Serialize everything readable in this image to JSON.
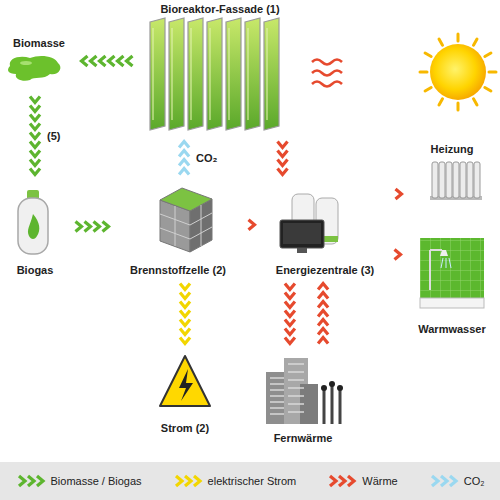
{
  "diagram": {
    "nodes": [
      {
        "text": [
          "Bioreaktor-Fassade (1)"
        ]
      },
      {
        "text": [
          "Biomasse"
        ]
      },
      {
        "text": [
          "Biogas"
        ]
      },
      {
        "text": [
          "Brennstoffzelle (2)"
        ]
      },
      {
        "text": [
          "Energiezentrale (3)"
        ]
      },
      {
        "text": [
          "Heizung"
        ]
      },
      {
        "text": [
          "Warmwasser"
        ]
      },
      {
        "text": [
          "Strom (2)"
        ]
      },
      {
        "text": [
          "Fernwärme"
        ]
      }
    ],
    "edges": [
      {
        "from": 0,
        "to": 1,
        "arrow": "to"
      },
      {
        "from": 1,
        "to": 2,
        "label": "(5)",
        "arrow": "to"
      },
      {
        "from": 2,
        "to": 3,
        "arrow": "to"
      },
      {
        "from": 3,
        "to": 0,
        "label": "CO₂",
        "arrow": "to"
      },
      {
        "from": 0,
        "to": 4,
        "arrow": "to"
      },
      {
        "from": 3,
        "to": 4,
        "arrow": "to"
      },
      {
        "from": 4,
        "to": 5,
        "arrow": "to"
      },
      {
        "from": 4,
        "to": 6,
        "arrow": "to"
      },
      {
        "from": 3,
        "to": 7,
        "arrow": "to"
      },
      {
        "from": 4,
        "to": 8,
        "arrow": "to"
      },
      {
        "from": 8,
        "to": 4,
        "arrow": "to"
      }
    ],
    "legend": [
      {
        "text": "Biomasse / Biogas",
        "color": "#5db52f"
      },
      {
        "text": "elektrischer Strom",
        "color": "#f2d600"
      },
      {
        "text": "Wärme",
        "color": "#e64a2e"
      },
      {
        "text": "CO₂",
        "color": "#9ad8f0"
      }
    ]
  }
}
